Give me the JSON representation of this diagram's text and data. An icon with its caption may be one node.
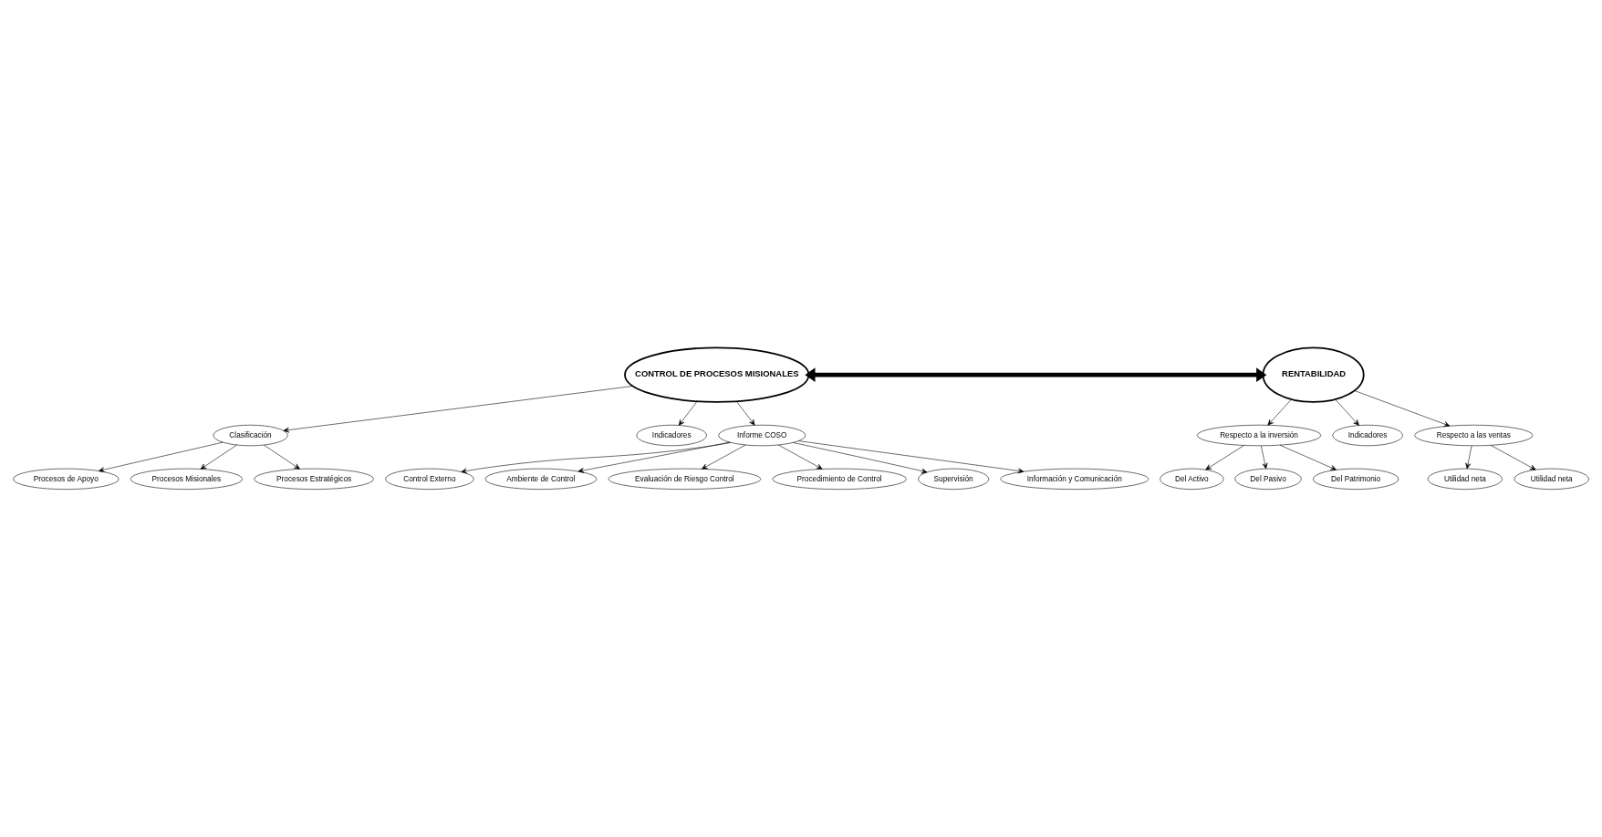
{
  "diagram": {
    "nodes": [
      {
        "text": [
          "CONTROL DE PROCESOS MISIONALES"
        ]
      },
      {
        "text": [
          "Clasificación"
        ]
      },
      {
        "text": [
          "Procesos de Apoyo"
        ]
      },
      {
        "text": [
          "Procesos Misionales"
        ]
      },
      {
        "text": [
          "Procesos Estratégicos"
        ]
      },
      {
        "text": [
          "Indicadores"
        ]
      },
      {
        "text": [
          "Informe COSO"
        ]
      },
      {
        "text": [
          "Control Externo"
        ]
      },
      {
        "text": [
          "Ambiente de Control"
        ]
      },
      {
        "text": [
          "Evaluación de Riesgo Control"
        ]
      },
      {
        "text": [
          "Procedimiento de Control"
        ]
      },
      {
        "text": [
          "Supervisión"
        ]
      },
      {
        "text": [
          "Información y Comunicación"
        ]
      },
      {
        "text": [
          "RENTABILIDAD"
        ]
      },
      {
        "text": [
          "Respecto a la inversión"
        ]
      },
      {
        "text": [
          "Del Activo"
        ]
      },
      {
        "text": [
          "Del Pasivo"
        ]
      },
      {
        "text": [
          "Del Patrimonio"
        ]
      },
      {
        "text": [
          "Indicadores"
        ]
      },
      {
        "text": [
          "Respecto a las ventas"
        ]
      },
      {
        "text": [
          "Utilidad neta"
        ]
      },
      {
        "text": [
          "Utilidad neta"
        ]
      }
    ],
    "edges": [
      {
        "from": 0,
        "to": 1,
        "arrow": "to"
      },
      {
        "from": 1,
        "to": 2,
        "arrow": "to"
      },
      {
        "from": 1,
        "to": 3,
        "arrow": "to"
      },
      {
        "from": 1,
        "to": 4,
        "arrow": "to"
      },
      {
        "from": 0,
        "to": 5,
        "arrow": "to"
      },
      {
        "from": 0,
        "to": 6,
        "arrow": "to"
      },
      {
        "from": 6,
        "to": 7,
        "arrow": "to"
      },
      {
        "from": 6,
        "to": 8,
        "arrow": "to"
      },
      {
        "from": 6,
        "to": 9,
        "arrow": "to"
      },
      {
        "from": 6,
        "to": 10,
        "arrow": "to"
      },
      {
        "from": 6,
        "to": 11,
        "arrow": "to"
      },
      {
        "from": 6,
        "to": 12,
        "arrow": "to"
      },
      {
        "from": 0,
        "to": 13,
        "arrow": "both",
        "style": "thick"
      },
      {
        "from": 13,
        "to": 14,
        "arrow": "to"
      },
      {
        "from": 14,
        "to": 15,
        "arrow": "to"
      },
      {
        "from": 14,
        "to": 16,
        "arrow": "to"
      },
      {
        "from": 14,
        "to": 17,
        "arrow": "to"
      },
      {
        "from": 13,
        "to": 18,
        "arrow": "to"
      },
      {
        "from": 13,
        "to": 19,
        "arrow": "to"
      },
      {
        "from": 19,
        "to": 20,
        "arrow": "to"
      },
      {
        "from": 19,
        "to": 21,
        "arrow": "to"
      }
    ]
  }
}
